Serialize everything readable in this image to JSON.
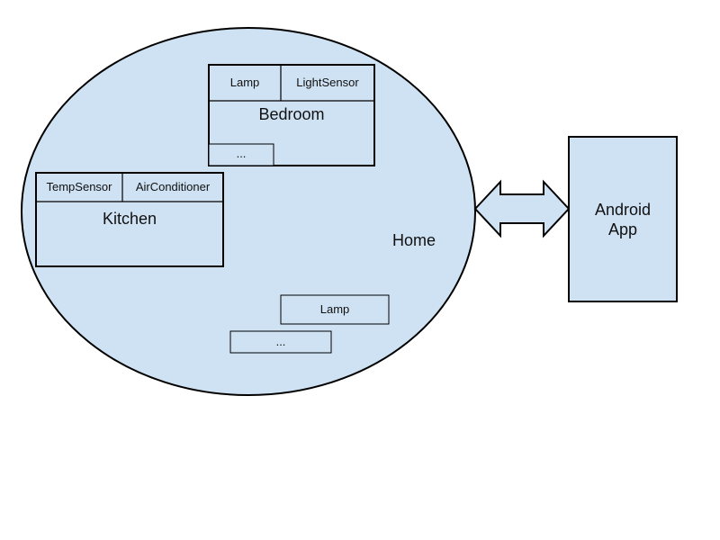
{
  "colors": {
    "fill": "#cfe2f3",
    "stroke": "#000000",
    "background": "#ffffff"
  },
  "home": {
    "label": "Home"
  },
  "bedroom": {
    "label": "Bedroom",
    "devices": [
      "Lamp",
      "LightSensor"
    ],
    "more": "..."
  },
  "kitchen": {
    "label": "Kitchen",
    "devices": [
      "TempSensor",
      "AirConditioner"
    ]
  },
  "loose_devices": {
    "lamp": "Lamp",
    "more": "..."
  },
  "app": {
    "line1": "Android",
    "line2": "App"
  }
}
